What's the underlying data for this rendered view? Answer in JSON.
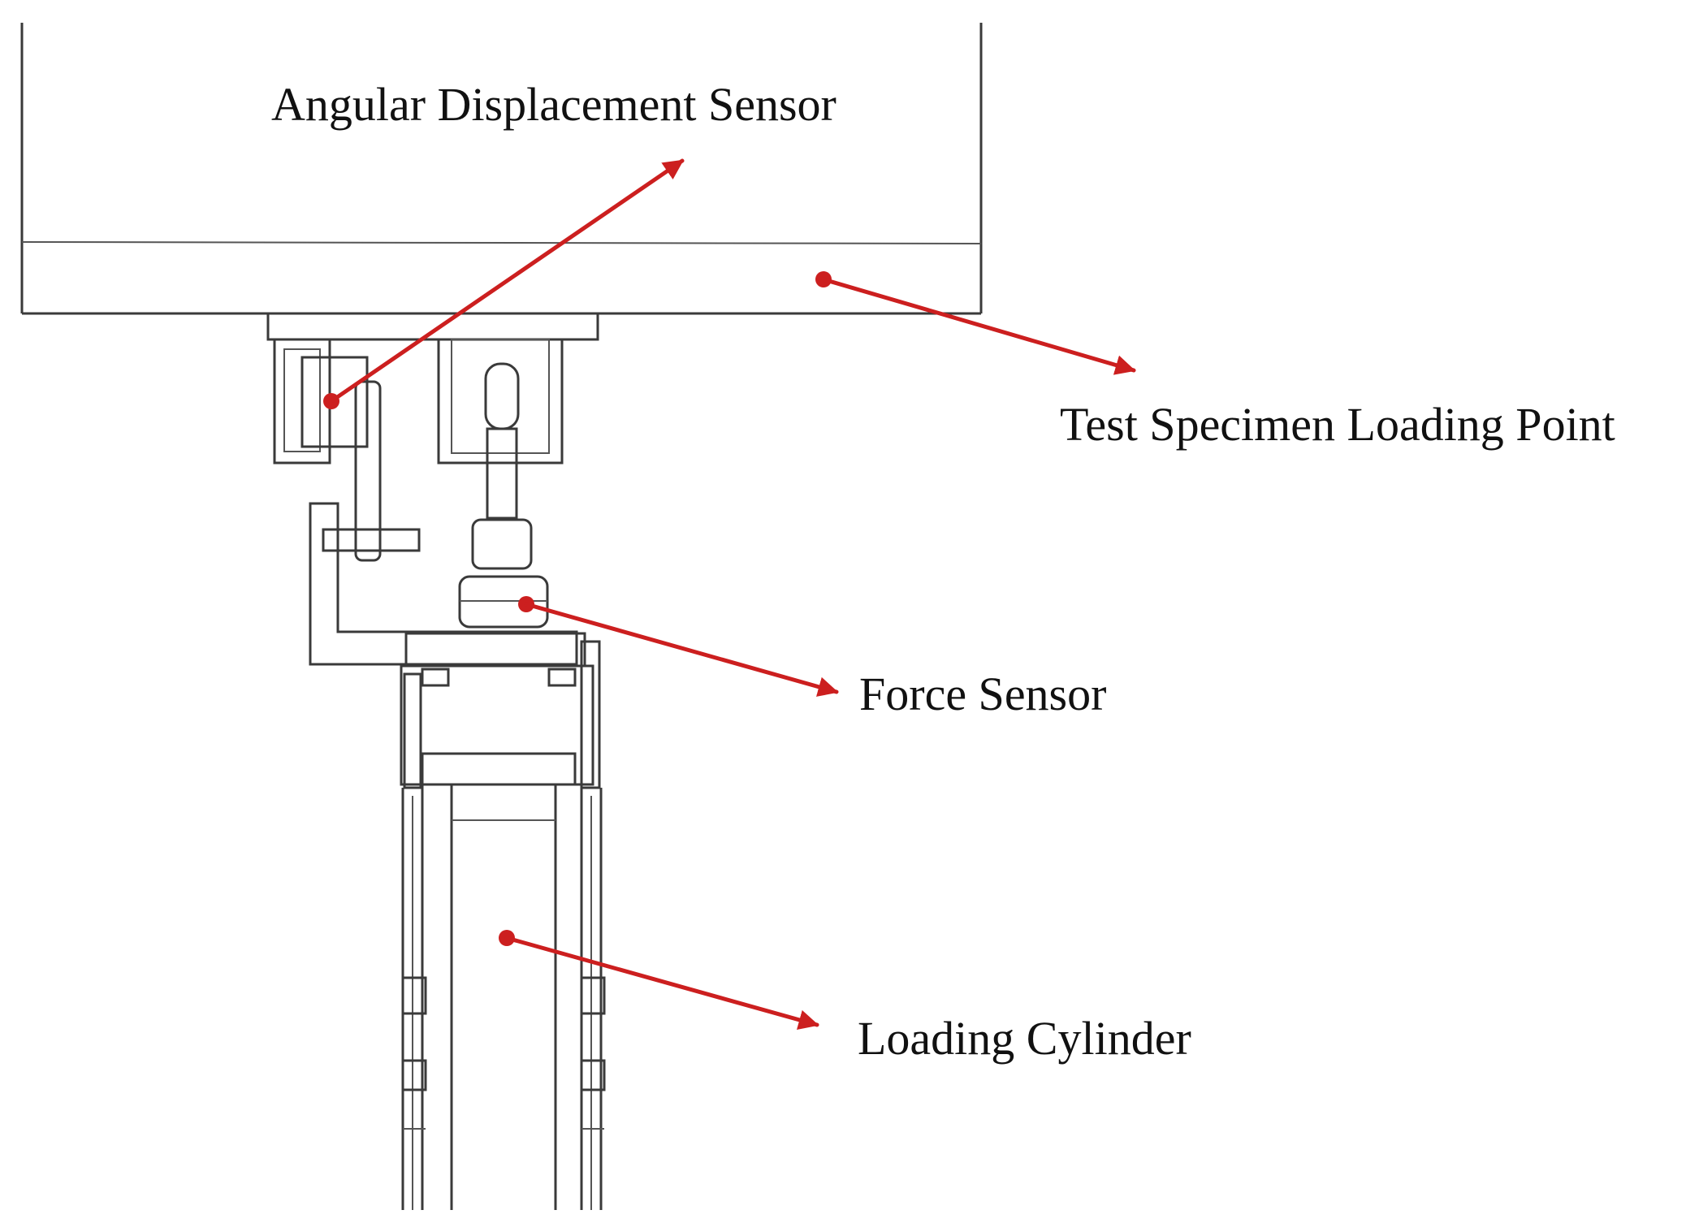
{
  "labels": {
    "angular_displacement_sensor": "Angular Displacement Sensor",
    "test_specimen_loading_point": "Test Specimen Loading Point",
    "force_sensor": "Force Sensor",
    "loading_cylinder": "Loading Cylinder"
  },
  "colors": {
    "leader": "#cc1f1f",
    "drawing_line": "#3a3a3a",
    "background": "#ffffff"
  }
}
